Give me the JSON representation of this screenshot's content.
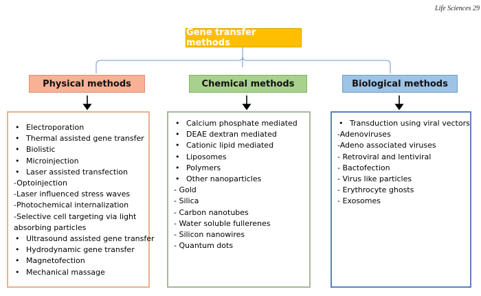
{
  "journal": "Life Sciences 29",
  "root": {
    "label": "Gene transfer methods"
  },
  "physical": {
    "label": "Physical methods",
    "items": [
      {
        "kind": "bullet",
        "text": "Electroporation"
      },
      {
        "kind": "bullet",
        "text": "Thermal assisted gene transfer"
      },
      {
        "kind": "bullet",
        "text": "Biolistic"
      },
      {
        "kind": "bullet",
        "text": "Microinjection"
      },
      {
        "kind": "bullet",
        "text": "Laser assisted transfection"
      },
      {
        "kind": "dash",
        "text": "-Optoinjection"
      },
      {
        "kind": "dash",
        "text": "-Laser influenced stress waves"
      },
      {
        "kind": "dash",
        "text": "-Photochemical internalization"
      },
      {
        "kind": "dash",
        "text": "-Selective cell targeting via light absorbing particles"
      },
      {
        "kind": "bullet",
        "text": "Ultrasound assisted gene transfer"
      },
      {
        "kind": "bullet",
        "text": "Hydrodynamic gene transfer"
      },
      {
        "kind": "bullet",
        "text": "Magnetofection"
      },
      {
        "kind": "bullet",
        "text": "Mechanical massage"
      }
    ]
  },
  "chemical": {
    "label": "Chemical methods",
    "items": [
      {
        "kind": "bullet",
        "text": "Calcium phosphate mediated"
      },
      {
        "kind": "bullet",
        "text": "DEAE dextran mediated"
      },
      {
        "kind": "bullet",
        "text": "Cationic lipid mediated"
      },
      {
        "kind": "bullet",
        "text": "Liposomes"
      },
      {
        "kind": "bullet",
        "text": "Polymers"
      },
      {
        "kind": "bullet",
        "text": "Other nanoparticles"
      },
      {
        "kind": "dash",
        "text": "- Gold"
      },
      {
        "kind": "dash",
        "text": "- Silica"
      },
      {
        "kind": "dash",
        "text": "- Carbon nanotubes"
      },
      {
        "kind": "dash",
        "text": "- Water soluble fullerenes"
      },
      {
        "kind": "dash",
        "text": "- Silicon nanowires"
      },
      {
        "kind": "dash",
        "text": "- Quantum dots"
      }
    ]
  },
  "biological": {
    "label": "Biological methods",
    "items": [
      {
        "kind": "bullet",
        "text": "Transduction using viral vectors"
      },
      {
        "kind": "dash",
        "text": "-Adenoviruses"
      },
      {
        "kind": "dash",
        "text": "-Adeno associated viruses"
      },
      {
        "kind": "dash",
        "text": "- Retroviral and lentiviral"
      },
      {
        "kind": "dash",
        "text": "- Bactofection"
      },
      {
        "kind": "dash",
        "text": "- Virus like particles"
      },
      {
        "kind": "dash",
        "text": "- Erythrocyte ghosts"
      },
      {
        "kind": "dash",
        "text": "- Exosomes"
      }
    ]
  },
  "colors": {
    "root": "#ffbf00",
    "physical": "#f8b195",
    "chemical": "#a9d18e",
    "biological": "#9dc3e6",
    "connector": "#8ea9d8"
  }
}
